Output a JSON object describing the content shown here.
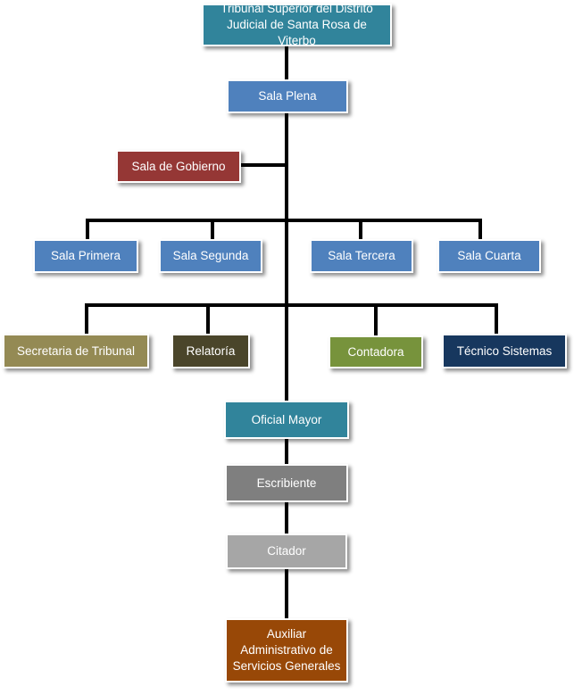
{
  "colors": {
    "connector": "#000000",
    "teal": "#31849b",
    "blue": "#4f81bd",
    "red": "#953735",
    "khaki": "#948a54",
    "dark_olive": "#4a452a",
    "green": "#77933c",
    "navy": "#17375e",
    "gray": "#7f7f7f",
    "light_gray": "#a6a6a6",
    "orange": "#984807"
  },
  "nodes": {
    "tribunal": "Tribunal Superior del Distrito\nJudicial de Santa Rosa de Viterbo",
    "sala_plena": "Sala Plena",
    "sala_gobierno": "Sala de Gobierno",
    "sala_primera": "Sala Primera",
    "sala_segunda": "Sala Segunda",
    "sala_tercera": "Sala Tercera",
    "sala_cuarta": "Sala Cuarta",
    "secretaria": "Secretaria  de Tribunal",
    "relatoria": "Relatoría",
    "contadora": "Contadora",
    "tecnico": "Técnico Sistemas",
    "oficial_mayor": "Oficial Mayor",
    "escribiente": "Escribiente",
    "citador": "Citador",
    "auxiliar": "Auxiliar\nAdministrativo de\nServicios Generales"
  }
}
